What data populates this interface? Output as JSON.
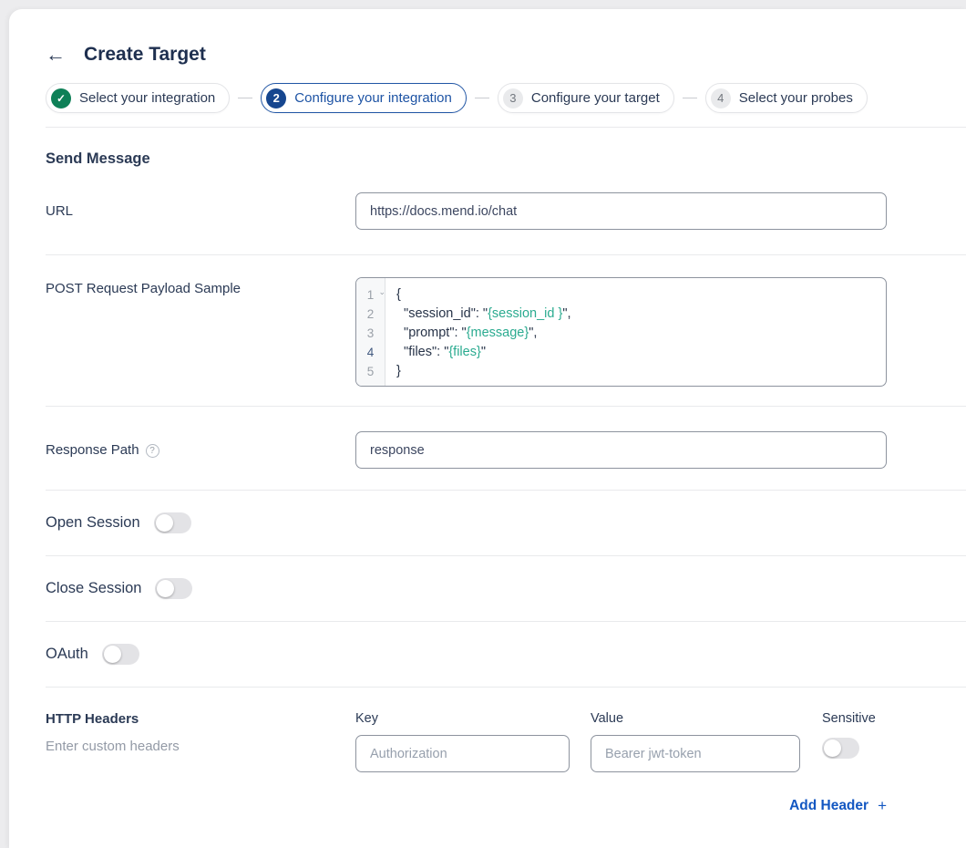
{
  "icons": {
    "back": "←",
    "check": "✓",
    "fold": "⌄",
    "help": "?",
    "plus": "+"
  },
  "colors": {
    "active_blue": "#1d53a4",
    "step_circle_blue": "#16468f",
    "completed_green": "#0e8057",
    "link_blue": "#1357c2",
    "code_variable_teal": "#2bab90"
  },
  "header": {
    "title": "Create Target"
  },
  "stepper": {
    "steps": [
      {
        "number": "1",
        "label": "Select your integration",
        "state": "completed"
      },
      {
        "number": "2",
        "label": "Configure your integration",
        "state": "active"
      },
      {
        "number": "3",
        "label": "Configure your target",
        "state": "upcoming"
      },
      {
        "number": "4",
        "label": "Select your probes",
        "state": "upcoming"
      }
    ]
  },
  "form": {
    "section_title": "Send Message",
    "url": {
      "label": "URL",
      "value": "https://docs.mend.io/chat"
    },
    "payload": {
      "label": "POST Request Payload Sample",
      "lines": [
        {
          "num": "1",
          "fold": true,
          "segments": [
            {
              "text": "{",
              "type": "plain"
            }
          ]
        },
        {
          "num": "2",
          "segments": [
            {
              "text": "  \"session_id\": \"",
              "type": "plain"
            },
            {
              "text": "{session_id }",
              "type": "var"
            },
            {
              "text": "\",",
              "type": "plain"
            }
          ]
        },
        {
          "num": "3",
          "segments": [
            {
              "text": "  \"prompt\": \"",
              "type": "plain"
            },
            {
              "text": "{message}",
              "type": "var"
            },
            {
              "text": "\",",
              "type": "plain"
            }
          ]
        },
        {
          "num": "4",
          "active": true,
          "segments": [
            {
              "text": "  \"files\": \"",
              "type": "plain"
            },
            {
              "text": "{files}",
              "type": "var"
            },
            {
              "text": "\"",
              "type": "plain"
            }
          ]
        },
        {
          "num": "5",
          "segments": [
            {
              "text": "}",
              "type": "plain"
            }
          ]
        }
      ]
    },
    "response_path": {
      "label": "Response Path",
      "value": "response"
    },
    "toggles": [
      {
        "label": "Open Session",
        "on": false
      },
      {
        "label": "Close Session",
        "on": false
      },
      {
        "label": "OAuth",
        "on": false
      }
    ],
    "http_headers": {
      "label": "HTTP Headers",
      "hint": "Enter custom headers",
      "key": {
        "label": "Key",
        "placeholder": "Authorization"
      },
      "value": {
        "label": "Value",
        "placeholder": "Bearer jwt-token"
      },
      "sensitive": {
        "label": "Sensitive",
        "on": false
      },
      "add_button_label": "Add Header"
    }
  }
}
